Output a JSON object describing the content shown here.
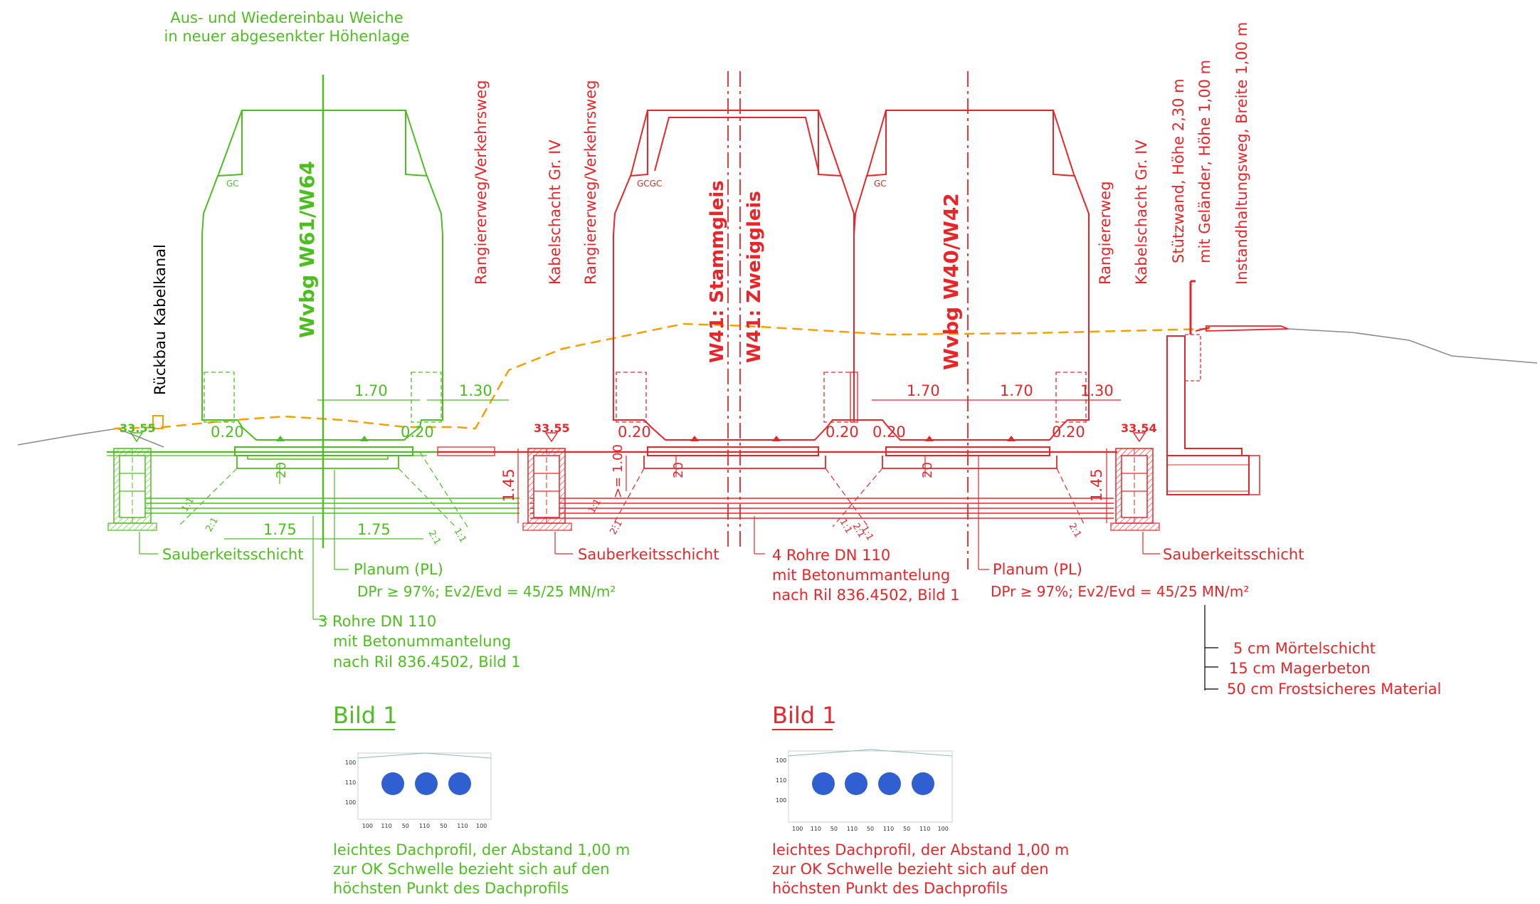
{
  "colors": {
    "green": "#4cbf1f",
    "red": "#e8262a",
    "black": "#000000",
    "orange": "#f5a000",
    "gray": "#8a8a8a",
    "pipe_blue": "#2f5fd0"
  },
  "labels": {
    "header_line1": "Aus- und Wiedereinbau Weiche",
    "header_line2": "in neuer abgesenkter Höhenlage",
    "rueckbau": "Rückbau Kabelkanal",
    "wvbg_left": "Wvbg W61/W64",
    "rangierer_1": "Rangiererweg/Verkehrsweg",
    "kabelschacht_1": "Kabelschacht Gr. IV",
    "rangierer_2": "Rangiererweg/Verkehrsweg",
    "w41_stamm": "W41: Stammgleis",
    "w41_zweig": "W41: Zweiggleis",
    "wvbg_right": "Wvbg W40/W42",
    "rangiererweg_3": "Rangiererweg",
    "kabelschacht_2": "Kabelschacht Gr. IV",
    "stuetzwand": "Stützwand, Höhe 2,30 m",
    "gelaender": "mit Geländer, Höhe 1,00 m",
    "instandhaltung": "Instandhaltungsweg, Breite 1,00 m",
    "gc_1": "GC",
    "gcgc": "GCGC",
    "gc_2": "GC"
  },
  "levels": {
    "left": "33.55",
    "mid": "33.55",
    "right": "33.54"
  },
  "dims": {
    "d170_l": "1.70",
    "d130_l": "1.30",
    "d020_a": "0.20",
    "d020_b": "0.20",
    "d020_c": "0.20",
    "d020_d": "0.20",
    "d020_e": "0.20",
    "d020_f": "0.20",
    "d175_a": "1.75",
    "d175_b": "1.75",
    "d20_a": "20",
    "d20_b": "20",
    "d20_c": "20",
    "d145_a": "1.45",
    "d145_b": "1.45",
    "d100": ">= 1.00",
    "d170_r1": "1.70",
    "d170_r2": "1.70",
    "d130_r": "1.30",
    "slope_21": "2:1",
    "slope_11": "1:1"
  },
  "annotations": {
    "sauberkeit_1": "Sauberkeitsschicht",
    "sauberkeit_2": "Sauberkeitsschicht",
    "sauberkeit_3": "Sauberkeitsschicht",
    "planum_l": "Planum (PL)",
    "planum_l_spec": "DPr ≥ 97%; Ev2/Evd = 45/25 MN/m²",
    "rohre3_1": "3 Rohre DN 110",
    "rohre3_2": "mit Betonummantelung",
    "rohre3_3": "nach Ril 836.4502, Bild 1",
    "rohre4_1": "4 Rohre DN 110",
    "rohre4_2": "mit Betonummantelung",
    "rohre4_3": "nach Ril 836.4502, Bild 1",
    "planum_r": "Planum (PL)",
    "planum_r_spec": "DPr ≥ 97%; Ev2/Evd = 45/25 MN/m²",
    "layer1": "5 cm Mörtelschicht",
    "layer2": "15 cm Magerbeton",
    "layer3": "50 cm Frostsicheres Material"
  },
  "bild_left": {
    "title": "Bild 1",
    "y_ticks": [
      "100",
      "110",
      "100"
    ],
    "x_ticks": [
      "100",
      "110",
      "50",
      "110",
      "50",
      "110",
      "100"
    ],
    "note1": "leichtes Dachprofil, der Abstand 1,00 m",
    "note2": "zur OK Schwelle bezieht sich auf den",
    "note3": "höchsten Punkt des Dachprofils"
  },
  "bild_right": {
    "title": "Bild 1",
    "y_ticks": [
      "100",
      "110",
      "100"
    ],
    "x_ticks": [
      "100",
      "110",
      "50",
      "110",
      "50",
      "110",
      "50",
      "110",
      "100"
    ],
    "note1": "leichtes Dachprofil, der Abstand 1,00 m",
    "note2": "zur OK Schwelle bezieht sich auf den",
    "note3": "höchsten Punkt des Dachprofils"
  }
}
